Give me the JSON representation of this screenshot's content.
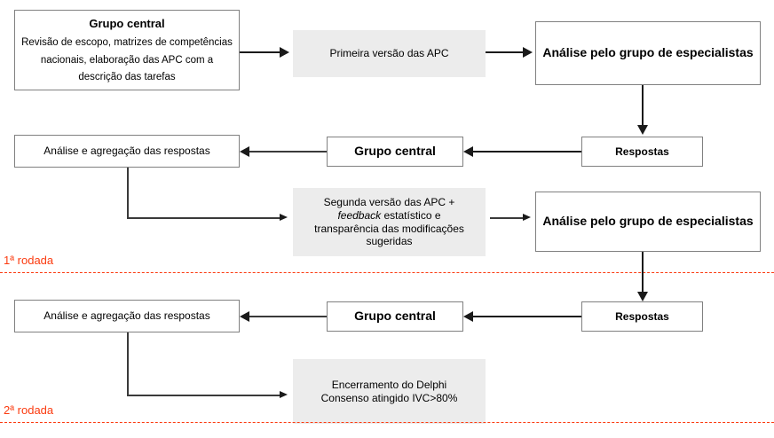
{
  "diagram": {
    "title_colors": {
      "accent_red": "#fb3b10",
      "box_border": "#808080",
      "shaded_fill": "#ececec",
      "connector": "#1a1a1a",
      "text": "#000000"
    },
    "round1": {
      "nodes": {
        "grupo_central_1": {
          "heading": "Grupo central",
          "body": "Revisão de escopo, matrizes de competências nacionais, elaboração das APC com a descrição das tarefas"
        },
        "primeira_versao": {
          "label": "Primeira versão das APC"
        },
        "analise_especialistas_1": {
          "label": "Análise pelo grupo de especialistas"
        },
        "respostas_1": {
          "label": "Respostas"
        },
        "grupo_central_2": {
          "label": "Grupo central"
        },
        "analise_agregacao_1": {
          "label": "Análise e agregação das respostas"
        },
        "segunda_versao": {
          "line1": "Segunda versão das APC +",
          "line2_italic": "feedback",
          "line2_rest": " estatístico e",
          "line3": "transparência das modificações",
          "line4": "sugeridas"
        },
        "analise_especialistas_2": {
          "label": "Análise pelo grupo de especialistas"
        }
      },
      "divider_label": "1ª rodada"
    },
    "round2": {
      "nodes": {
        "respostas_2": {
          "label": "Respostas"
        },
        "grupo_central_3": {
          "label": "Grupo central"
        },
        "analise_agregacao_2": {
          "label": "Análise e agregação das respostas"
        },
        "encerramento": {
          "line1": "Encerramento do Delphi",
          "line2": "Consenso atingido IVC>80%"
        }
      },
      "divider_label": "2ª rodada"
    }
  }
}
